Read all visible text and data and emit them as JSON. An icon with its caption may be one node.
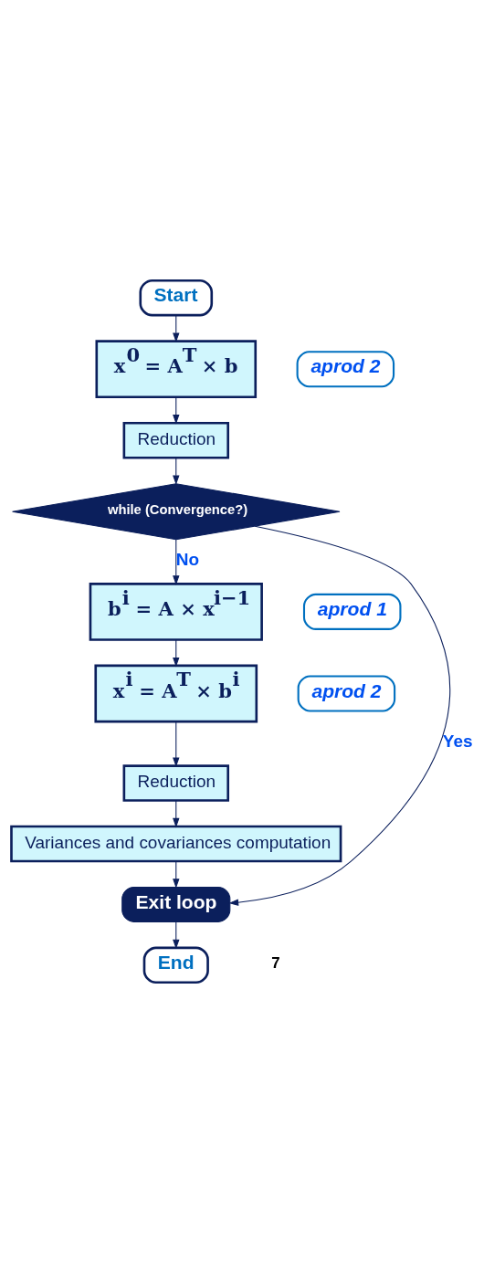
{
  "diagram": {
    "nodes": [
      {
        "text": [
          "Start"
        ]
      },
      {
        "text": [
          "x$^{0}$ = A$^{T}$ × b"
        ]
      },
      {
        "text": [
          "aprod 2"
        ]
      },
      {
        "text": [
          "Reduction"
        ]
      },
      {
        "text": [
          "while (Convergence?)"
        ]
      },
      {
        "text": [
          "b$^{i}$ = A × x$^{i−1}$"
        ]
      },
      {
        "text": [
          "aprod 1"
        ]
      },
      {
        "text": [
          "x$^{i}$ = A$^{T}$ × b$^{i}$"
        ]
      },
      {
        "text": [
          "aprod 2"
        ]
      },
      {
        "text": [
          "Reduction"
        ]
      },
      {
        "text": [
          "Variances and covariances computation"
        ]
      },
      {
        "text": [
          "Exit loop"
        ]
      },
      {
        "text": [
          "End"
        ]
      }
    ],
    "edges": [
      {
        "from": 0,
        "to": 1,
        "arrow": "to"
      },
      {
        "from": 1,
        "to": 3,
        "arrow": "to"
      },
      {
        "from": 3,
        "to": 4,
        "arrow": "to"
      },
      {
        "from": 4,
        "to": 5,
        "arrow": "to",
        "label": "No"
      },
      {
        "from": 5,
        "to": 7,
        "arrow": "to"
      },
      {
        "from": 7,
        "to": 9,
        "arrow": "to"
      },
      {
        "from": 9,
        "to": 10,
        "arrow": "to"
      },
      {
        "from": 10,
        "to": 11,
        "arrow": "to"
      },
      {
        "from": 11,
        "to": 12,
        "arrow": "to"
      },
      {
        "from": 4,
        "to": 11,
        "arrow": "to",
        "label": "Yes"
      }
    ],
    "labels": [
      "7"
    ]
  }
}
